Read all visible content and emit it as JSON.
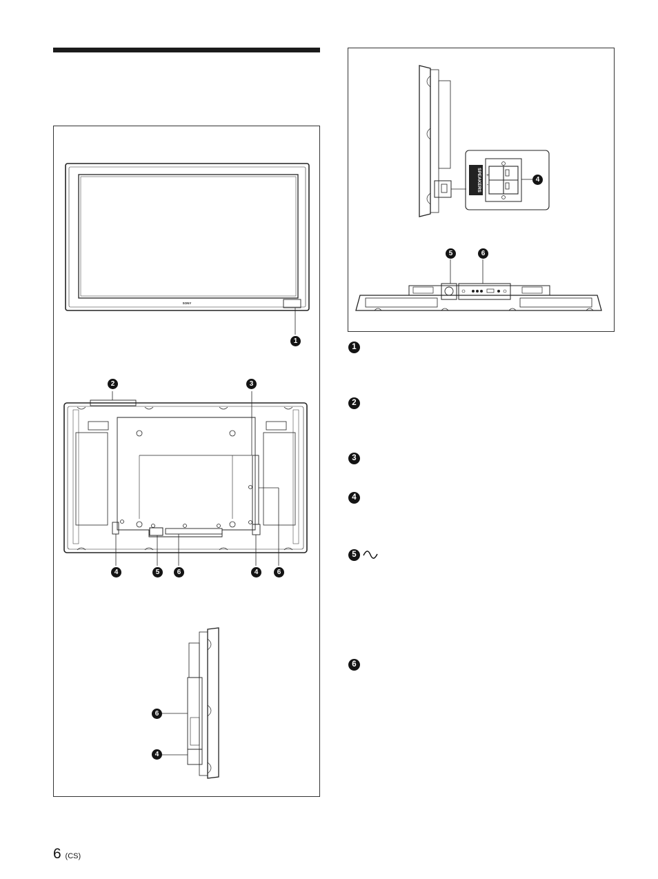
{
  "diagram": {
    "brand": "SONY",
    "callouts": [
      "1",
      "2",
      "3",
      "4",
      "5",
      "6"
    ],
    "speaker_terminal_label": "SPEAKERS",
    "speaker_plus": "+",
    "speaker_minus": "-"
  },
  "descriptions": [
    {
      "num": "1"
    },
    {
      "num": "2"
    },
    {
      "num": "3"
    },
    {
      "num": "4"
    },
    {
      "num": "5",
      "icon": "ac-wave-icon"
    },
    {
      "num": "6"
    }
  ],
  "footer": {
    "page_number": "6",
    "language_code": "(CS)"
  }
}
